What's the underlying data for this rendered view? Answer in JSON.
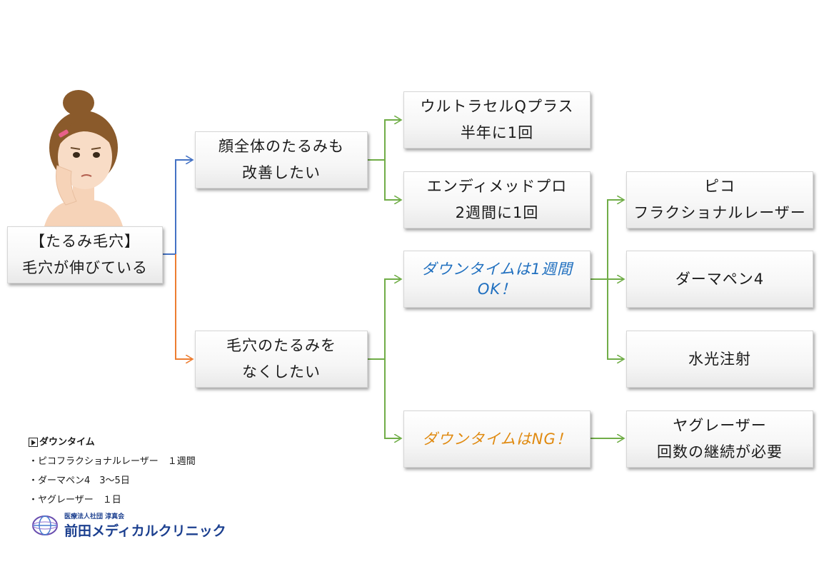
{
  "root": {
    "line1": "【たるみ毛穴】",
    "line2": "毛穴が伸びている"
  },
  "mid_top": {
    "line1": "顔全体のたるみも",
    "line2": "改善したい"
  },
  "mid_bottom": {
    "line1": "毛穴のたるみを",
    "line2": "なくしたい"
  },
  "ultracel": {
    "line1": "ウルトラセルQプラス",
    "line2": "半年に1回"
  },
  "endymed": {
    "line1": "エンディメッドプロ",
    "line2": "2週間に1回"
  },
  "downtime_ok": {
    "line1": "ダウンタイムは1週間",
    "line2": "OK！"
  },
  "downtime_ng": {
    "line1": "ダウンタイムはNG！"
  },
  "pico": {
    "line1": "ピコ",
    "line2": "フラクショナルレーザー"
  },
  "dermapen": {
    "line1": "ダーマペン4"
  },
  "suiko": {
    "line1": "水光注射"
  },
  "yag": {
    "line1": "ヤグレーザー",
    "line2": "回数の継続が必要"
  },
  "legend": {
    "title": "ダウンタイム",
    "items": [
      "・ピコフラクショナルレーザー　１週間",
      "・ダーマペン4　3～5日",
      "・ヤグレーザー　１日"
    ]
  },
  "logo": {
    "sub": "医療法人社団 淳真会",
    "name": "前田メディカルクリニック"
  },
  "colors": {
    "blue_line": "#4472c4",
    "orange_line": "#ed7d31",
    "green_line": "#70ad47"
  }
}
